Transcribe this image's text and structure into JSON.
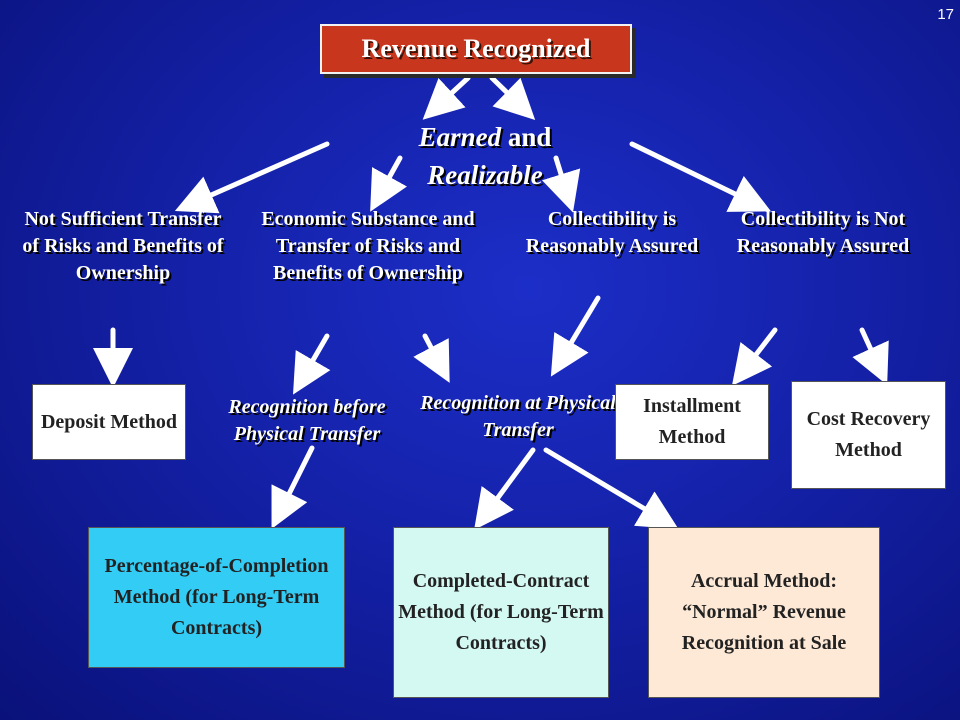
{
  "slide_number": "17",
  "title": "Revenue Recognized",
  "center": {
    "word1": "Earned",
    "word2": "and",
    "word3": "Realizable"
  },
  "criteria": {
    "not_sufficient": "Not Sufficient Transfer of Risks and Benefits of Ownership",
    "economic_substance": "Economic Substance and Transfer of Risks and Benefits of Ownership",
    "collectibility_assured": "Collectibility is Reasonably Assured",
    "collectibility_not_assured": "Collectibility is Not Reasonably Assured"
  },
  "recognition": {
    "before": "Recognition before Physical Transfer",
    "at": "Recognition at Physical Transfer"
  },
  "methods": {
    "deposit": "Deposit Method",
    "installment": "Installment Method",
    "cost_recovery": "Cost Recovery Method",
    "percentage_of_completion": "Percentage-of-Completion Method (for Long-Term Contracts)",
    "completed_contract": "Completed-Contract Method (for Long-Term Contracts)",
    "accrual": "Accrual Method: “Normal” Revenue Recognition at Sale"
  },
  "colors": {
    "background": "#1421a8",
    "title_box": "#c8361d",
    "white_box": "#ffffff",
    "blue_box": "#33ccf5",
    "mint_box": "#d4f8f2",
    "peach_box": "#fde9d6"
  }
}
